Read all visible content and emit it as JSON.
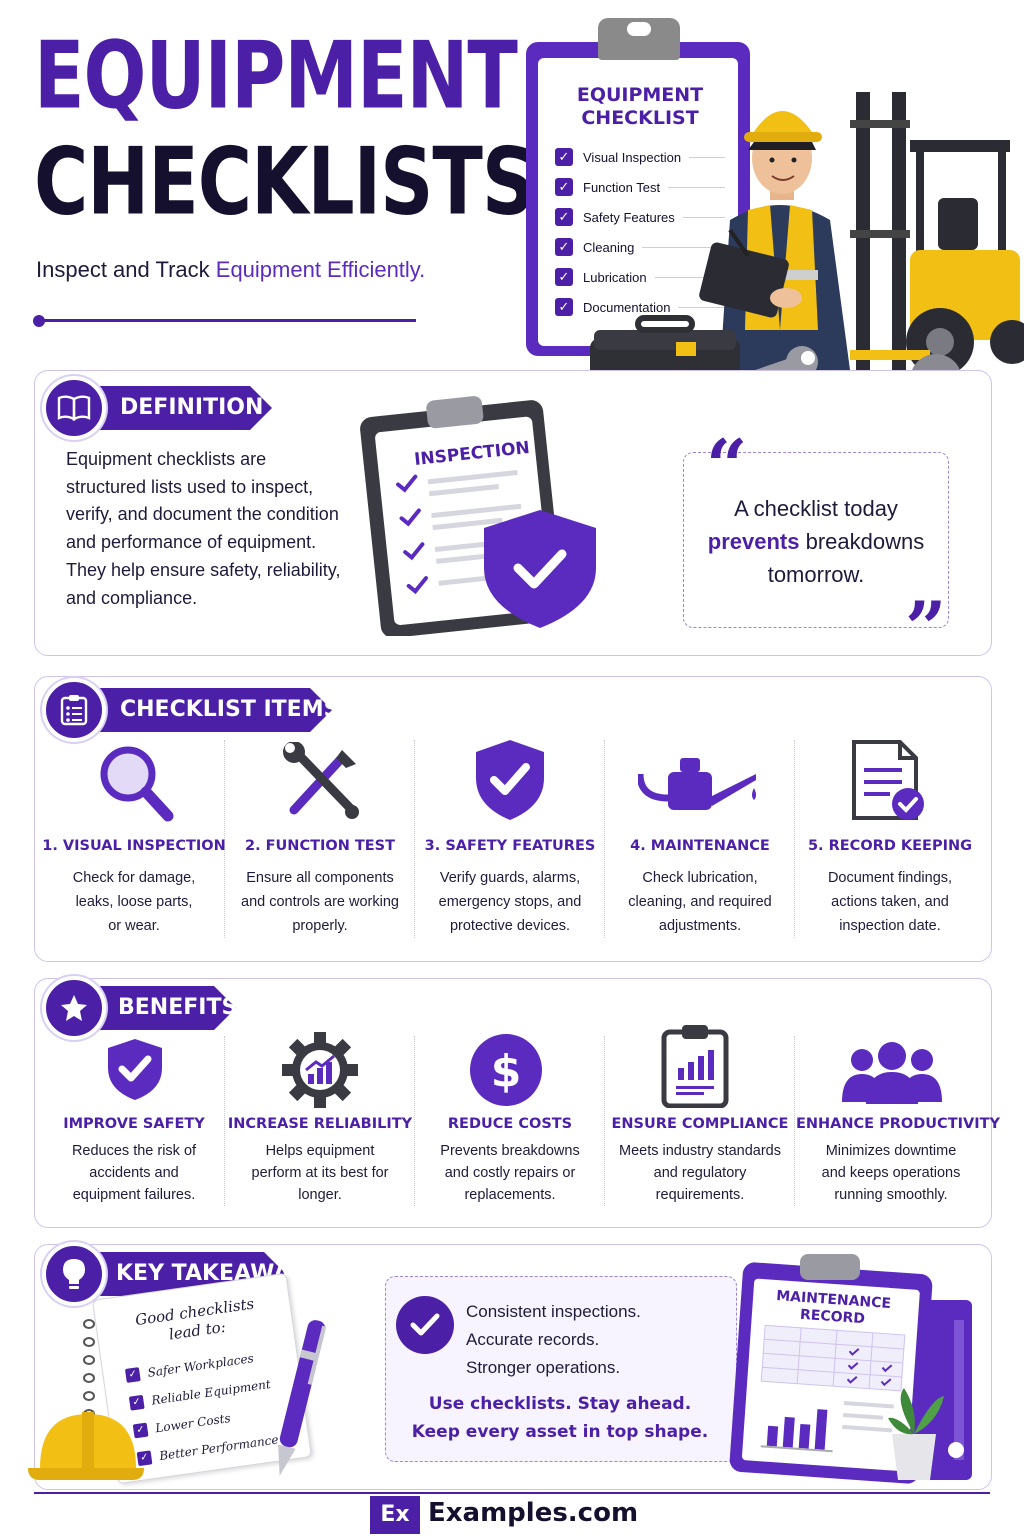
{
  "header": {
    "title_line1": "EQUIPMENT",
    "title_line2": "CHECKLISTS",
    "subtitle_plain": "Inspect and Track ",
    "subtitle_highlight": "Equipment Efficiently."
  },
  "hero": {
    "clipboard_title": "EQUIPMENT CHECKLIST",
    "items": [
      "Visual Inspection",
      "Function Test",
      "Safety Features",
      "Cleaning",
      "Lubrication",
      "Documentation"
    ]
  },
  "definition": {
    "tag": "DEFINITION",
    "text": "Equipment checklists are structured lists used to inspect, verify, and document the condition and performance of equipment. They help ensure safety, reliability, and compliance.",
    "clipboard_label": "INSPECTION",
    "quote_part1": "A checklist today",
    "quote_highlight": "prevents",
    "quote_part2": " breakdowns tomorrow."
  },
  "checklist_items": {
    "tag": "CHECKLIST ITEMS",
    "items": [
      {
        "title": "1. VISUAL INSPECTION",
        "desc": "Check for damage, leaks, loose parts, or wear.",
        "icon": "magnifier-icon"
      },
      {
        "title": "2. FUNCTION TEST",
        "desc": "Ensure all components and controls are working properly.",
        "icon": "wrench-screwdriver-icon"
      },
      {
        "title": "3. SAFETY FEATURES",
        "desc": "Verify guards, alarms, emergency stops, and protective devices.",
        "icon": "shield-check-icon"
      },
      {
        "title": "4. MAINTENANCE",
        "desc": "Check lubrication, cleaning, and required adjustments.",
        "icon": "oil-can-icon"
      },
      {
        "title": "5. RECORD KEEPING",
        "desc": "Document findings, actions taken, and inspection date.",
        "icon": "document-check-icon"
      }
    ]
  },
  "benefits": {
    "tag": "BENEFITS",
    "items": [
      {
        "title": "IMPROVE SAFETY",
        "desc": "Reduces the risk of accidents and equipment failures.",
        "icon": "shield-check-icon"
      },
      {
        "title": "INCREASE RELIABILITY",
        "desc": "Helps equipment perform at its best for longer.",
        "icon": "gear-chart-icon"
      },
      {
        "title": "REDUCE COSTS",
        "desc": "Prevents breakdowns and costly repairs or replacements.",
        "icon": "dollar-icon"
      },
      {
        "title": "ENSURE COMPLIANCE",
        "desc": "Meets industry standards and regulatory requirements.",
        "icon": "clipboard-chart-icon"
      },
      {
        "title": "ENHANCE PRODUCTIVITY",
        "desc": "Minimizes downtime and keeps operations running smoothly.",
        "icon": "people-icon"
      }
    ]
  },
  "takeaway": {
    "tag": "KEY TAKEAWAY",
    "note_heading": "Good checklists lead to:",
    "note_items": [
      "Safer Workplaces",
      "Reliable Equipment",
      "Lower Costs",
      "Better Performance"
    ],
    "lines": [
      "Consistent inspections.",
      "Accurate records.",
      "Stronger operations."
    ],
    "cta_line1": "Use checklists. Stay ahead.",
    "cta_line2": "Keep every asset in top shape.",
    "record_label": "MAINTENANCE RECORD"
  },
  "footer": {
    "logo": "Ex",
    "brand": "Examples.com"
  },
  "colors": {
    "accent": "#4b1fa6",
    "dark": "#14102e",
    "border": "#cfc3ec",
    "helmet": "#f2c014"
  }
}
